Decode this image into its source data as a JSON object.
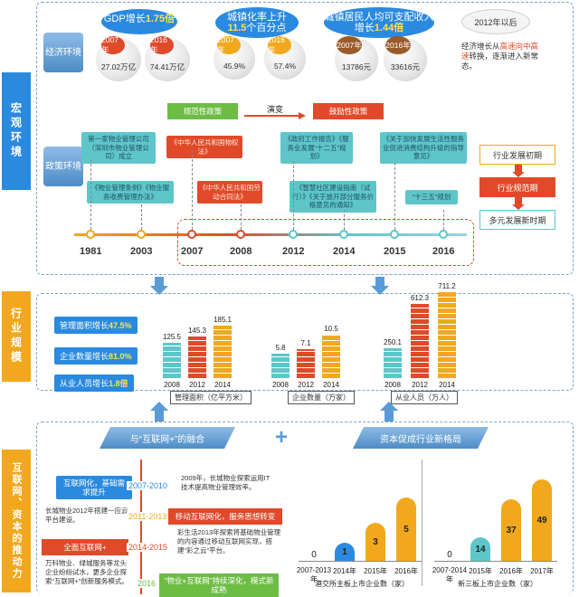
{
  "sections": {
    "macro": "宏观环境",
    "industry": "行业规模",
    "driving": "互联网、资本的推动力"
  },
  "macro": {
    "economy_label": "经济环境",
    "policy_label": "政策环境",
    "headers": [
      {
        "prefix": "GDP增长",
        "value": "1.75倍"
      },
      {
        "line1": "城镇化率上升",
        "value": "11.5",
        "suffix": "个百分点"
      },
      {
        "line1": "城镇居民人均可支配收入",
        "prefix": "增长",
        "value": "1.44倍"
      }
    ],
    "pairs": [
      {
        "y1": "2007年",
        "v1": "27.02万亿",
        "y2": "2016年",
        "v2": "74.41万亿"
      },
      {
        "y1": "2007年",
        "v1": "45.9%",
        "y2": "2016年",
        "v2": "57.4%"
      },
      {
        "y1": "2007年",
        "v1": "13786元",
        "y2": "2016年",
        "v2": "33616元"
      }
    ],
    "since_2012": "2012年以后",
    "note": {
      "before": "经济增长从",
      "highlight": "高速向中高速",
      "after": "转换，逐渐进入新常态。"
    },
    "policy_phase1": "规范性政策",
    "evolution": "演变",
    "policy_phase2": "鼓励性政策",
    "policy_boxes": [
      "第一家物业管理公司（深圳市物业管理公司）成立",
      "《物业管理条例》《物业服务收费管理办法》",
      "《中华人民共和国物权法》",
      "《中华人民共和国劳动合同法》",
      "《政府工作报告》《服务业发展“十二五”规划》",
      "《智慧社区建设指南（试行）》《关于放开部分服务价格意见的通知》",
      "《关于加快发展生活性服务业促进消费结构升级的指导意见》",
      "“十三五”规划"
    ],
    "years": [
      "1981",
      "2003",
      "2007",
      "2008",
      "2012",
      "2014",
      "2015",
      "2016"
    ],
    "stages": [
      "行业发展初期",
      "行业规范期",
      "多元发展新时期"
    ]
  },
  "industry": {
    "stats": [
      {
        "label": "管理面积增长",
        "value": "47.5%"
      },
      {
        "label": "企业数量增长",
        "value": "81.0%"
      },
      {
        "label": "从业人员增长",
        "value": "1.8倍"
      }
    ]
  },
  "driving": {
    "header_left": "与“互联网+”的融合",
    "plus": "+",
    "header_right": "资本促成行业新格局",
    "items": [
      {
        "ribbon": "互联网化，基础需求提升",
        "year": "2007-2010",
        "text": "2009年，长城物业探索运用IT技术提高物业管理效率。"
      },
      {
        "ribbon": "移动互联网化，服务思想转变",
        "year": "2011-2013",
        "text": "长城物业2012年搭建一应云平台建设。"
      },
      {
        "ribbon": "全面互联网+",
        "year": "2014-2015",
        "text": "彩生活2013年探索将基础物业管理的内容通过移动互联网实现，搭建“彩之云”平台。"
      },
      {
        "ribbon": "“物业+互联网”持续深化，模式新成熟",
        "year": "2016",
        "text": "万科物业、绿城服务等龙头企业纷纷试水，更多企业探索“互联网+”创新服务模式。"
      }
    ]
  },
  "colors": {
    "blue": "#2a8ae0",
    "red": "#e04a2a",
    "teal": "#5ec6c9",
    "gold": "#f2a81d",
    "green": "#6dbd45"
  },
  "chart_data": [
    {
      "type": "bar",
      "title": "管理面积（亿平方米）",
      "categories": [
        "2008",
        "2012",
        "2014"
      ],
      "values": [
        125.5,
        145.3,
        185.1
      ]
    },
    {
      "type": "bar",
      "title": "企业数量（万家）",
      "categories": [
        "2008",
        "2012",
        "2014"
      ],
      "values": [
        5.8,
        7.1,
        10.5
      ]
    },
    {
      "type": "bar",
      "title": "从业人员（万人）",
      "categories": [
        "2008",
        "2012",
        "2014"
      ],
      "values": [
        250.1,
        612.3,
        711.2
      ]
    },
    {
      "type": "bar",
      "title": "港交所主板上市企业数（家）",
      "categories": [
        "2007-2013年",
        "2014年",
        "2015年",
        "2016年"
      ],
      "values": [
        0,
        1,
        3,
        5
      ]
    },
    {
      "type": "bar",
      "title": "新三板上市企业数（家）",
      "categories": [
        "2007-2014年",
        "2015年",
        "2016年",
        "2017年"
      ],
      "values": [
        0,
        14,
        37,
        49
      ]
    }
  ]
}
